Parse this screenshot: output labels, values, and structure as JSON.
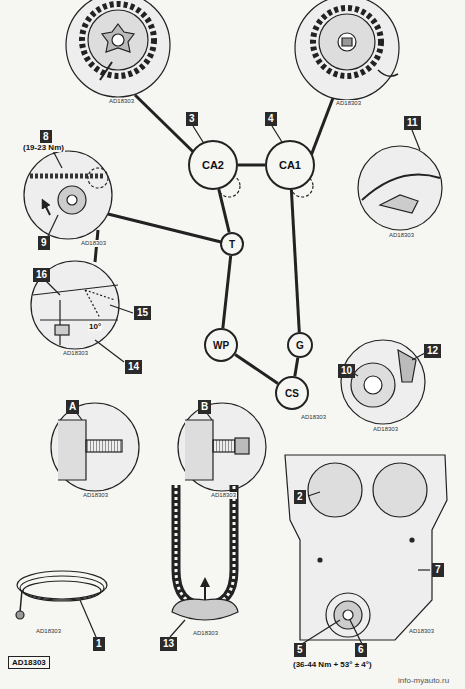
{
  "diagram": {
    "nodes": [
      {
        "text": [
          "CA2"
        ]
      },
      {
        "text": [
          "CA1"
        ]
      },
      {
        "text": [
          "T"
        ]
      },
      {
        "text": [
          "WP"
        ]
      },
      {
        "text": [
          "G"
        ]
      },
      {
        "text": [
          "CS"
        ]
      }
    ],
    "edges": [
      {
        "from": 0,
        "to": 1,
        "arrow": "none"
      },
      {
        "from": 1,
        "to": 4,
        "arrow": "none"
      },
      {
        "from": 4,
        "to": 5,
        "arrow": "none"
      },
      {
        "from": 5,
        "to": 3,
        "arrow": "none"
      },
      {
        "from": 3,
        "to": 2,
        "arrow": "none"
      },
      {
        "from": 2,
        "to": 0,
        "arrow": "none"
      }
    ],
    "labels": [
      "AD18303",
      "AD18303",
      "8",
      "(19-23 Nm)",
      "3",
      "4",
      "11",
      "AD18303",
      "9",
      "AD18303",
      "16",
      "15",
      "10°",
      "14",
      "AD18303",
      "10",
      "12",
      "AD18303",
      "AD18303",
      "A",
      "B",
      "AD18303",
      "AD18303",
      "2",
      "7",
      "1",
      "13",
      "AD18303",
      "AD18303",
      "5",
      "6",
      "(36-44 Nm + 53° ± 4°)",
      "AD18303",
      "AD18303",
      "info-myauto.ru"
    ]
  }
}
